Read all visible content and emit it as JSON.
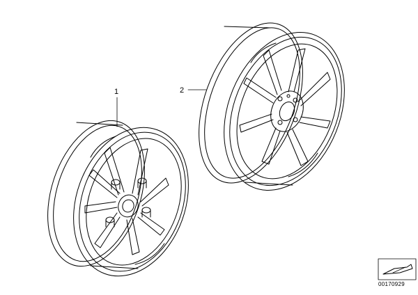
{
  "parts": [
    {
      "number": "1",
      "name": ""
    },
    {
      "number": "2",
      "name": ""
    }
  ],
  "doc_number": "00170929",
  "icons": {
    "corner": "wheel-corner-icon"
  },
  "colors": {
    "line": "#000000",
    "background": "#ffffff"
  }
}
